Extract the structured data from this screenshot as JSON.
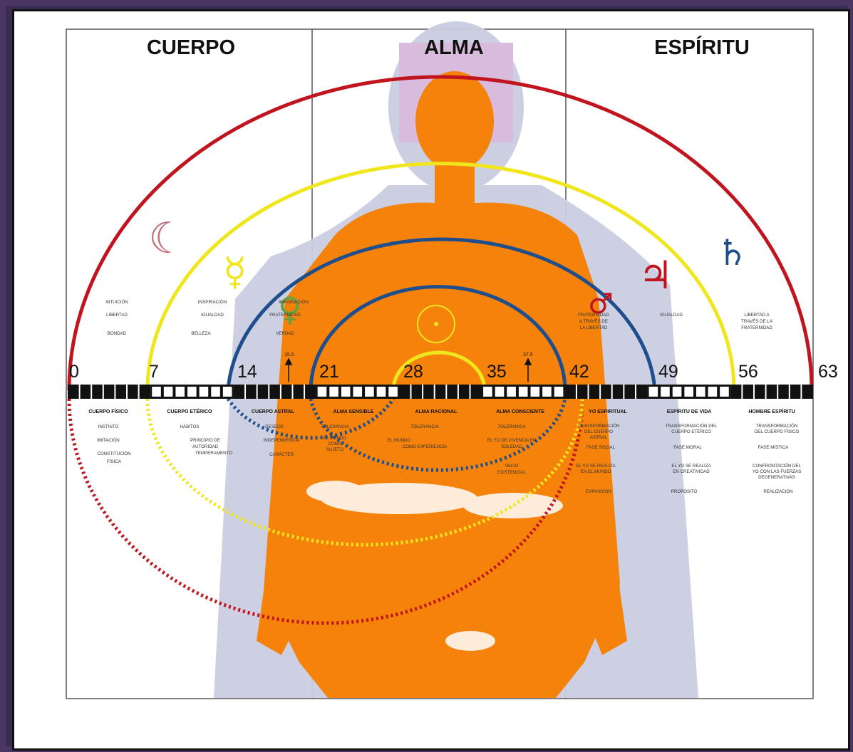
{
  "columns": {
    "body": "CUERPO",
    "soul": "ALMA",
    "spirit": "ESPÍRITU"
  },
  "ages": [
    "0",
    "7",
    "14",
    "21",
    "28",
    "35",
    "42",
    "49",
    "56",
    "63"
  ],
  "markers": {
    "m1": "15.5",
    "m2": "37.5"
  },
  "stages": [
    "CUERPO FÍSICO",
    "CUERPO ETÉRICO",
    "CUERPO ASTRAL",
    "ALMA SENSIBLE",
    "ALMA RACIONAL",
    "ALMA CONSCIENTE",
    "YO ESPIRITUAL",
    "ESPÍRITU DE VIDA",
    "HOMBRE ESPÍRITU"
  ],
  "upper_virtues": {
    "c1": [
      "INTUICIÓN",
      "LIBERTAD",
      "BONDAD"
    ],
    "c2": [
      "INSPIRACIÓN",
      "IGUALDAD",
      "BELLEZA"
    ],
    "c3": [
      "IMAGINACIÓN",
      "FRATERNIDAD",
      "VERDAD"
    ],
    "c7": [
      "FRATERNIDAD",
      "A TRAVÉS DE",
      "LA LIBERTAD"
    ],
    "c8": [
      "IGUALDAD"
    ],
    "c9": [
      "LIBERTAD A",
      "TRAVÉS DE LA",
      "FRATERNIDAD"
    ]
  },
  "lower_notes": {
    "s1": [
      "INSTINTO",
      "IMITACIÓN",
      "CONSTITUCIÓN",
      "FÍSICA"
    ],
    "s2": [
      "HÁBITOS",
      "PRINCIPIO DE",
      "AUTORIDAD",
      "TEMPERAMENTO"
    ],
    "s3": [
      "DESEOS",
      "INDEPENDENCIA",
      "CARÁCTER"
    ],
    "s4": [
      "TOLERANCIA",
      "EL MUNDO",
      "COMO",
      "SUJETO"
    ],
    "s5": [
      "TOLERANCIA",
      "EL MUNDO",
      "COMO EXPERIENCIA"
    ],
    "s6": [
      "TOLERANCIA",
      "EL YO DE VIVENCIA EN",
      "SOLEDAD",
      "VACÍO",
      "EXISTENCIAL"
    ],
    "s7": [
      "TRANSFORMACIÓN",
      "DEL CUERPO",
      "ASTRAL",
      "FASE SOCIAL",
      "EL YO SE REALIZA",
      "EN EL MUNDO",
      "EXPANSIÓN"
    ],
    "s8": [
      "TRANSFORMACIÓN DEL",
      "CUERPO ETÉRICO",
      "FASE MORAL",
      "EL YO SE REALIZA",
      "EN CREATIVIDAD",
      "PROPÓSITO"
    ],
    "s9": [
      "TRANSFORMACIÓN",
      "DEL CUERPO FÍSICO",
      "FASE MÍSTICA",
      "CONFRONTACIÓN DEL",
      "YO CON LAS FUERZAS",
      "DEGENERATIVAS",
      "REALIZACIÓN"
    ]
  },
  "symbols": {
    "moon": "☾",
    "mercury": "☿",
    "venus": "♀",
    "mars": "♂",
    "jupiter": "♃",
    "saturn": "♄",
    "sun": "☉"
  },
  "colors": {
    "red_arc": "#c0141e",
    "yellow_arc": "#f0e61e",
    "blue_arc": "#1e4e8c",
    "figure": "#f5820a",
    "halo": "#c9cde0",
    "lavender": "#d8b8dc"
  }
}
